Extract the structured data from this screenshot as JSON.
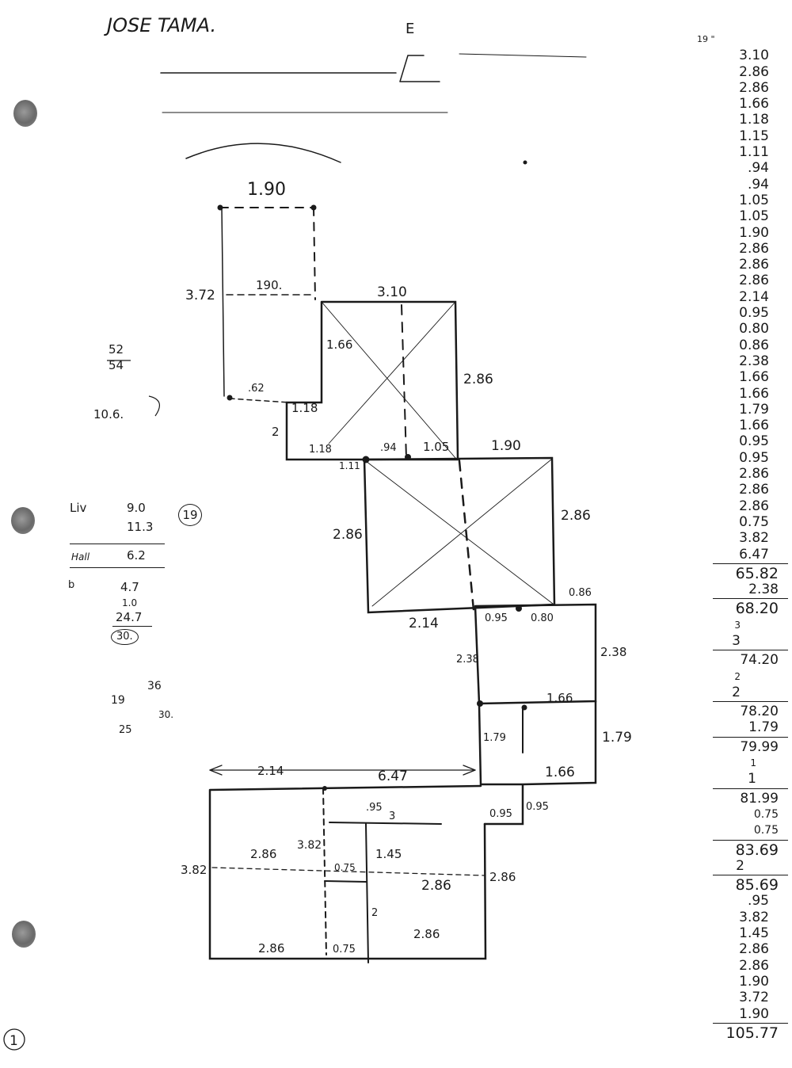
{
  "header": {
    "name": "JOSE TAMA.",
    "top_note": "E"
  },
  "page_number": "1",
  "holes": 3,
  "side_column": {
    "head": "19 \"",
    "entries_1": [
      "3.10",
      "2.86",
      "2.86",
      "1.66",
      "1.18",
      "1.15",
      "1.11",
      ".94",
      ".94",
      "1.05",
      "1.05",
      "1.90",
      "2.86",
      "2.86",
      "2.86",
      "2.14",
      "0.95",
      "0.80",
      "0.86",
      "2.38",
      "1.66",
      "1.66",
      "1.79",
      "1.66",
      "0.95",
      "0.95",
      "2.86",
      "2.86",
      "2.86",
      "0.75",
      "3.82",
      "6.47"
    ],
    "subtotal_1": "65.82",
    "add_1": "2.38",
    "subtotal_2": "68.20",
    "add_2a": "3",
    "add_2b": "3",
    "subtotal_3": "74.20",
    "add_3a": "2",
    "add_3b": "2",
    "subtotal_4": "78.20",
    "add_4": "1.79",
    "subtotal_5": "79.99",
    "add_5a": "1",
    "add_5b": "1",
    "subtotal_6": "81.99",
    "add_6a": "0.75",
    "add_6b": "0.75",
    "subtotal_7": "83.69",
    "add_7": "2",
    "subtotal_8": "85.69",
    "entries_2": [
      ".95",
      "3.82",
      "1.45",
      "2.86",
      "2.86",
      "1.90",
      "3.72",
      "1.90"
    ],
    "total": "105.77"
  },
  "left_calc": {
    "side_note_1": "52",
    "side_note_2": "54",
    "side_note_3": "10.6.",
    "liv_label": "Liv",
    "liv_1": "9.0",
    "liv_2": "11.3",
    "circled": "19",
    "hall_label": "Hall",
    "hall_val": "6.2",
    "b_label": "b",
    "b_1": "4.7",
    "b_2": "1.0",
    "b_3": "24.7",
    "b_total": "30.",
    "misc_1": "19",
    "misc_2": "36",
    "misc_3": "25",
    "misc_4": "30."
  },
  "plan": {
    "labels": {
      "top_w": "1.90",
      "top_mid": "190.",
      "top_left": "3.72",
      "top_bottom": ".62",
      "r1_top": "3.10",
      "r1_left": "1.66",
      "r1_right": "2.86",
      "step_118": "1.18",
      "step_2": "2",
      "b118": "1.18",
      "b111": "1.11",
      "b94": ".94",
      "b105": "1.05",
      "r2_top": "1.90",
      "r2_left": "2.86",
      "r2_right": "2.86",
      "r2_bottom": "2.14",
      "b095": "0.95",
      "b080": "0.80",
      "b086": "0.86",
      "r3_left": "2.38",
      "r3_right": "2.38",
      "r3_bottom": "1.66",
      "r4_left": "1.79",
      "r4_right": "1.79",
      "r4_bottom": "1.66",
      "arrow_left": "2.14",
      "arrow_right": "6.47",
      "s095a": "0.95",
      "s095b": "0.95",
      "inner_95": ".95",
      "inner_3": "3",
      "inner_145": "1.45",
      "inner_286a": "2.86",
      "inner_382": "3.82",
      "left_382": "3.82",
      "small_075": "0.75",
      "right_286": "2.86",
      "mid_286": "2.86",
      "mid_2": "2",
      "bot_286a": "2.86",
      "bot_075": "0.75",
      "bot_286b": "2.86"
    }
  }
}
